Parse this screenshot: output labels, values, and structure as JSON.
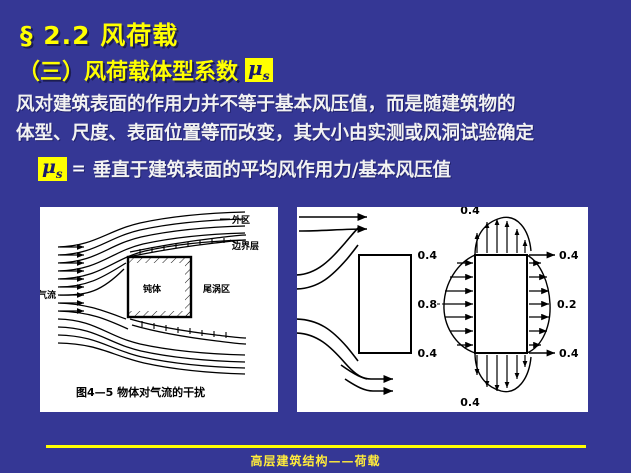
{
  "slide": {
    "background_color": "#353795",
    "accent_color": "#FFFF00",
    "body_text_color": "#F2F2F2",
    "title": "§ 2.2   风荷载",
    "subtitle": "（三）风荷载体型系数",
    "subtitle_symbol": "μ",
    "subtitle_symbol_sub": "s",
    "body": {
      "line1": "风对建筑表面的作用力并不等于基本风压值，而是随建筑物的",
      "line2": "体型、尺度、表面位置等而改变，其大小由实测或风洞试验确定"
    },
    "formula": {
      "symbol": "μ",
      "symbol_sub": "s",
      "equals": "=",
      "definition": "垂直于建筑表面的平均风作用力/基本风压值"
    },
    "footer": {
      "text": "高层建筑结构——荷载"
    }
  },
  "figures": {
    "left": {
      "caption": "图4—5   物体对气流的干扰",
      "labels": {
        "inflow": "气流",
        "body": "钝体",
        "outer_zone": "外区",
        "boundary_layer": "边界层",
        "wake_zone": "尾涡区"
      }
    },
    "right": {
      "values": {
        "top": "0.4",
        "windward_top": "0.4",
        "windward_mid": "0.8",
        "windward_bottom": "0.4",
        "leeward_top": "0.4",
        "leeward_mid": "0.2",
        "leeward_bottom": "0.4",
        "bottom": "0.4"
      }
    }
  }
}
